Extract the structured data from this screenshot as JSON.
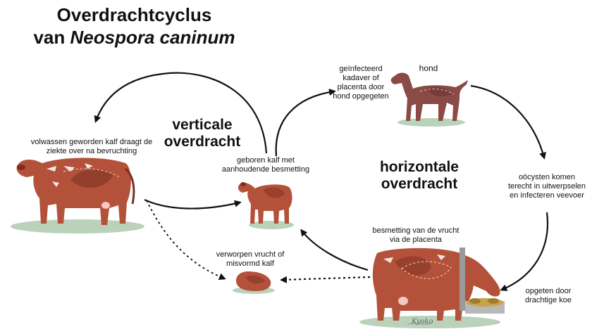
{
  "title": {
    "line1": "Overdrachtcyclus",
    "line2_prefix": "van ",
    "line2_italic": "Neospora caninum"
  },
  "vertical": "verticale overdracht",
  "horizontal": "horizontale overdracht",
  "labels": {
    "adult_calf": "volwassen geworden kalf draagt de ziekte over na bevruchting",
    "born_calf": "geboren kalf met aanhoudende besmetting",
    "carcass": "geïnfecteerd kadaver of placenta door hond opgegeten",
    "dog": "hond",
    "oocysts": "oöcysten komen terecht in uitwerpselen en infecteren veevoer",
    "fetus_infection": "besmetting van de vrucht via de placenta",
    "aborted": "verworpen vrucht of misvormd kalf",
    "eaten": "opgeten door drachtige koe"
  },
  "signature": "Kyoko",
  "colors": {
    "cow": "#b4513a",
    "cow_dark": "#7a2f22",
    "dog": "#8a4a46",
    "shadow": "#a9c6a9",
    "arrow": "#111111"
  }
}
